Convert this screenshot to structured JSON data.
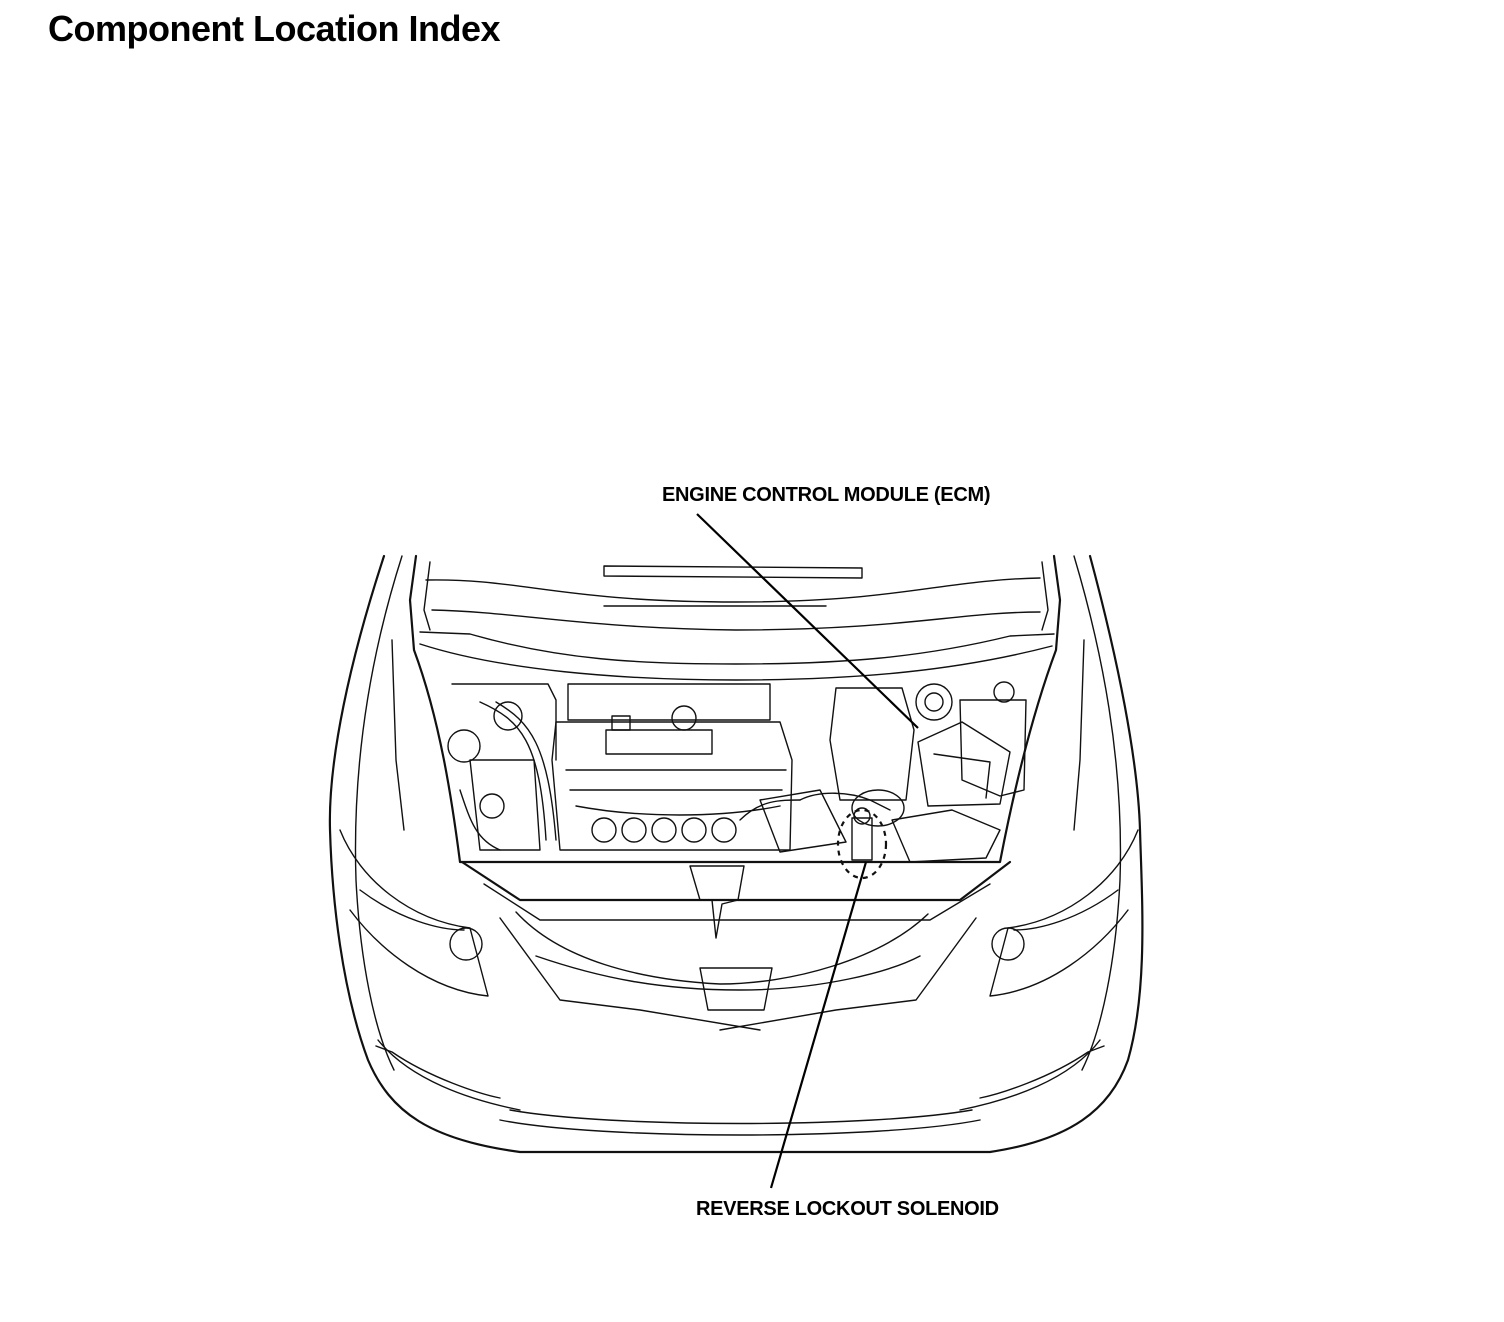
{
  "page": {
    "title": "Component Location Index"
  },
  "diagram": {
    "callouts": [
      {
        "id": "ecm",
        "label": "ENGINE CONTROL MODULE (ECM)"
      },
      {
        "id": "reverse-lockout-solenoid",
        "label": "REVERSE LOCKOUT SOLENOID"
      }
    ],
    "colors": {
      "line": "#111111",
      "background": "#ffffff"
    }
  }
}
